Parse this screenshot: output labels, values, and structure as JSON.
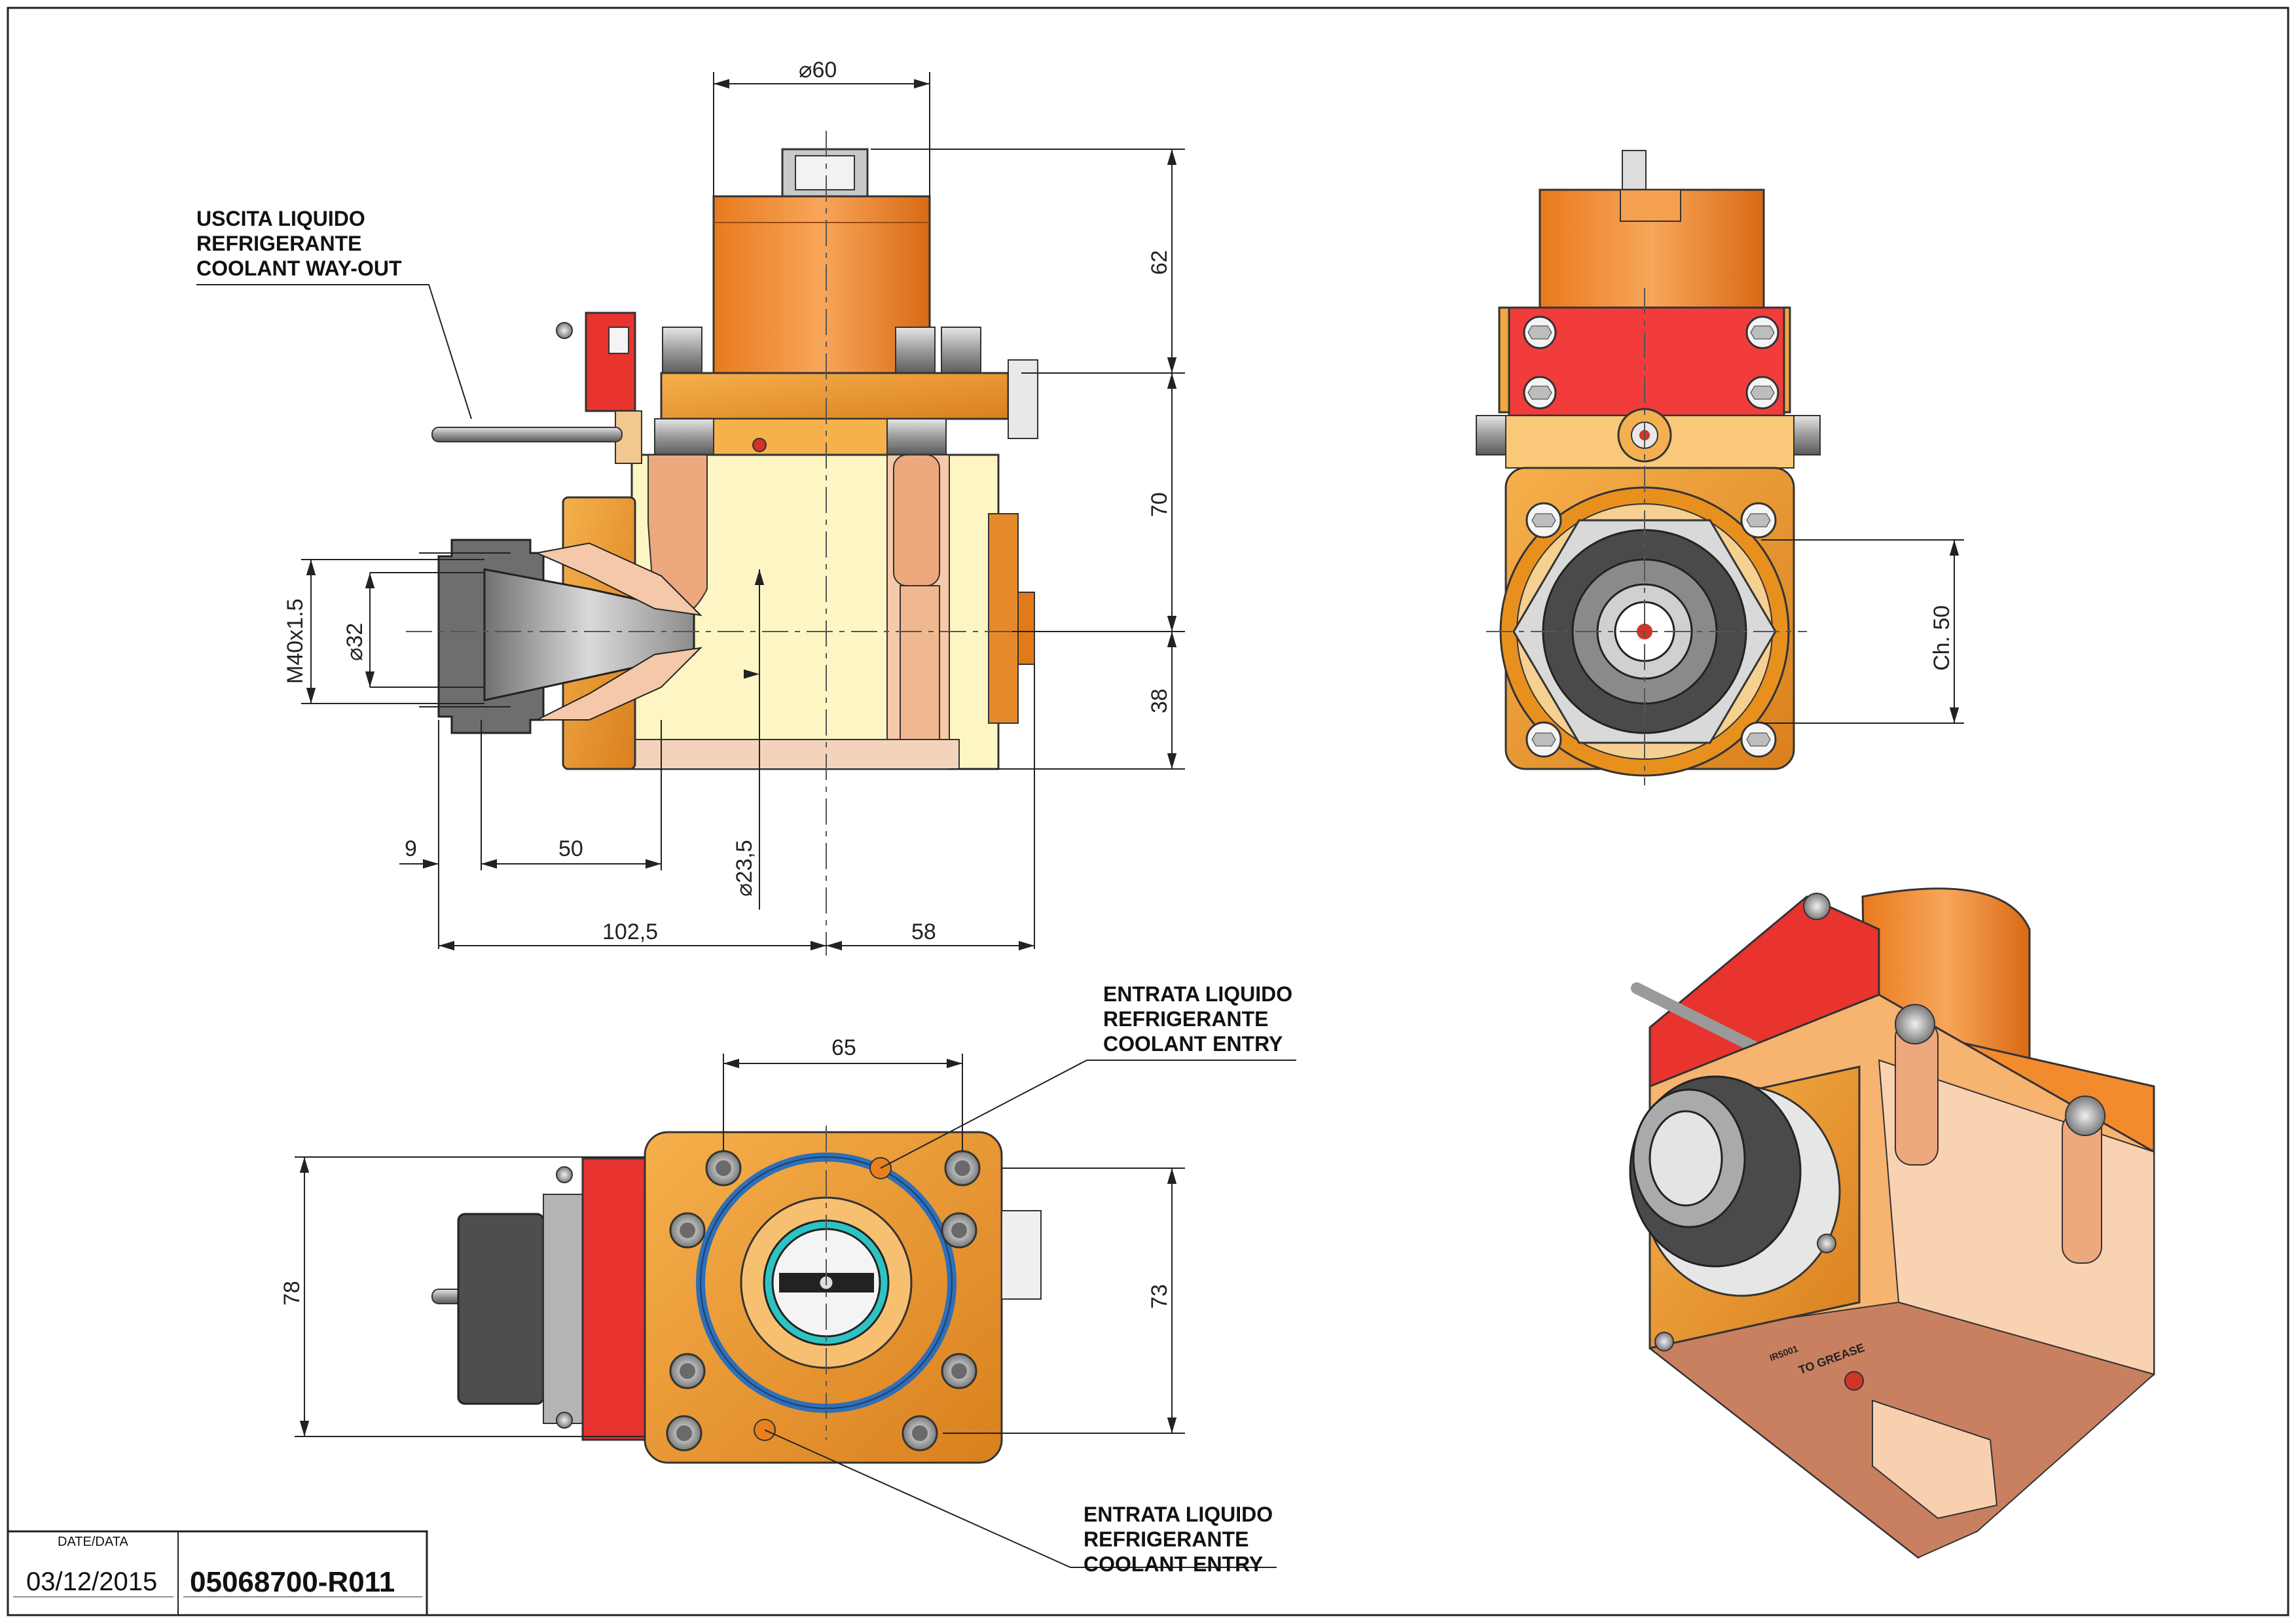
{
  "colors": {
    "body_orange": "#F2A640",
    "body_dark_orange": "#D9801E",
    "motor_orange": "#F28A2E",
    "housing_cream": "#FDF6C4",
    "clamp_red": "#F23C3C",
    "steel_grey": "#A8A8A8",
    "dark_grey": "#4A4A4A",
    "oring_blue": "#2E6FB8",
    "copper": "#E8A07A"
  },
  "drawing": {
    "side_view": {
      "dims": {
        "dia_60": "⌀60",
        "h62": "62",
        "h70": "70",
        "h38": "38",
        "thread": "M40x1.5",
        "dia_32": "⌀32",
        "w9": "9",
        "w50": "50",
        "dia_23_5": "⌀23,5",
        "w102_5": "102,5",
        "w58": "58"
      },
      "note_coolant_out": [
        "USCITA LIQUIDO",
        "REFRIGERANTE",
        "COOLANT WAY-OUT"
      ]
    },
    "front_view": {
      "dims": {
        "ch50": "Ch. 50"
      }
    },
    "bottom_view": {
      "dims": {
        "w65": "65",
        "h78": "78",
        "h73": "73"
      },
      "note_coolant_entry_top": [
        "ENTRATA LIQUIDO",
        "REFRIGERANTE",
        "COOLANT ENTRY"
      ],
      "note_coolant_entry_bottom": [
        "ENTRATA LIQUIDO",
        "REFRIGERANTE",
        "COOLANT ENTRY"
      ]
    },
    "iso_view": {
      "stamp_text": "TO GREASE",
      "stamp_code": "IR5001"
    }
  },
  "title_block": {
    "date_label": "DATE/DATA",
    "date_value": "03/12/2015",
    "drawing_code": "05068700-R011"
  }
}
